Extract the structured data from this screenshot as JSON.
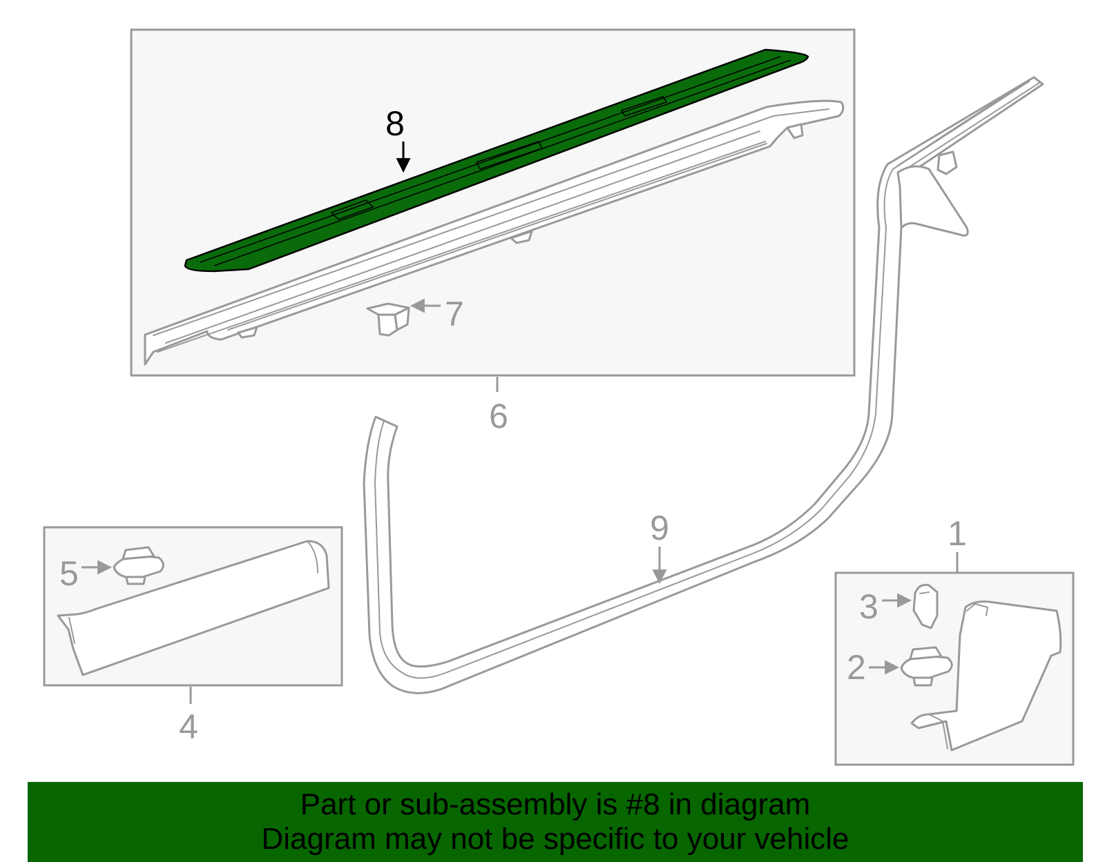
{
  "diagram": {
    "highlight_color": "#0a6b0a",
    "callouts": {
      "c1": "1",
      "c2": "2",
      "c3": "3",
      "c4": "4",
      "c5": "5",
      "c6": "6",
      "c7": "7",
      "c8": "8",
      "c9": "9"
    }
  },
  "banner": {
    "line1": "Part or sub-assembly is #8 in diagram",
    "line2": "Diagram may not be specific to your vehicle",
    "background": "#076600"
  }
}
